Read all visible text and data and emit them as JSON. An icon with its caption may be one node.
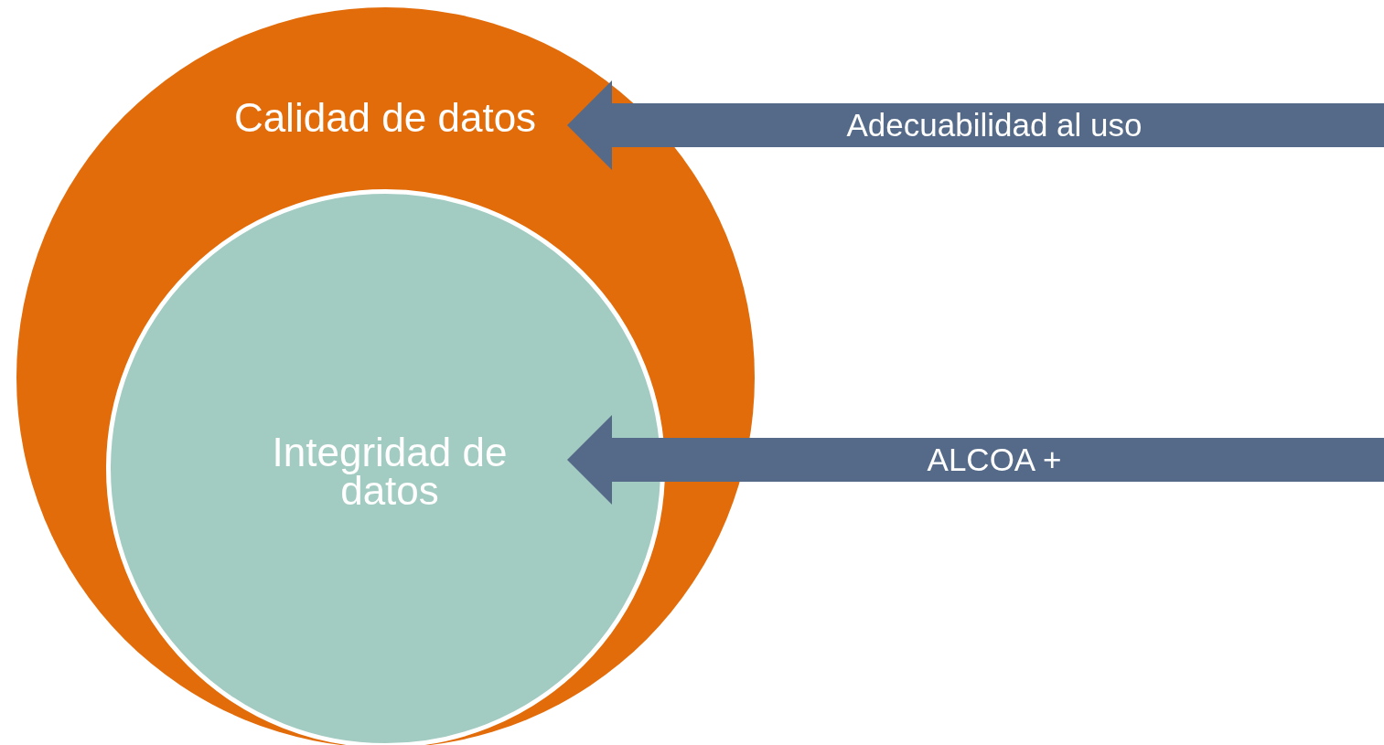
{
  "diagram": {
    "nodes": [
      {
        "text": [
          "Calidad de datos"
        ]
      },
      {
        "text": [
          "Integridad de datos"
        ],
        "in": 0
      }
    ],
    "edges": [
      {
        "from": null,
        "to": 0,
        "arrow": "to",
        "label": "Adecuabilidad al uso"
      },
      {
        "from": null,
        "to": 1,
        "arrow": "to",
        "label": "ALCOA +"
      }
    ]
  }
}
